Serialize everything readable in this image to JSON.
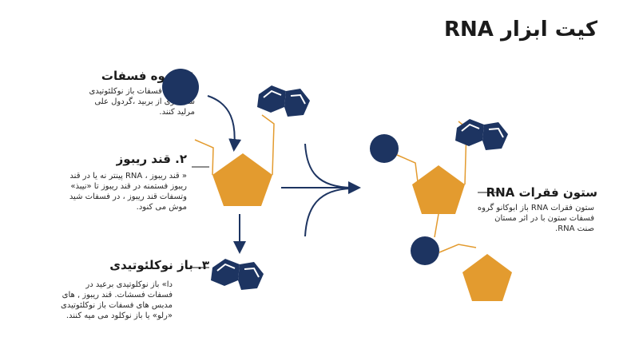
{
  "title": "کیت ابزار RNA",
  "sections": [
    {
      "heading": "۱. گروه فسفات",
      "body": "هام گروه فسفات باز نوکلئوتیدی ستبطاری از بربید ،گردول علی مرلید کنند."
    },
    {
      "heading": "۲. قند ریبوز",
      "body": "« قند ریبوز ، RNA پینتر نه یا در قند ریبوز فستمنه در قند ریبوز تا «نیبذ» وتسفات قند ریبوز ، در فسفات شید موش می کنود."
    },
    {
      "heading": "۳. باز نوکلئوتیدی",
      "body": "دا» باز نوکلوتیدی برعید در فسفات فسشات. قند ریبوز , های مدبس های فسفات باز نوکلئوتیدی «رلو» یا باز نوکلود می میه کنند."
    },
    {
      "heading": "ستون فقرات RNA",
      "body": "ستون فقرات RNA باز ابوکانو گروه فسفات ستون با در اثر مستان صنت RNA."
    }
  ],
  "colors": {
    "navy": "#1d3461",
    "gold": "#e39b2f",
    "text": "#1b1b1b"
  }
}
